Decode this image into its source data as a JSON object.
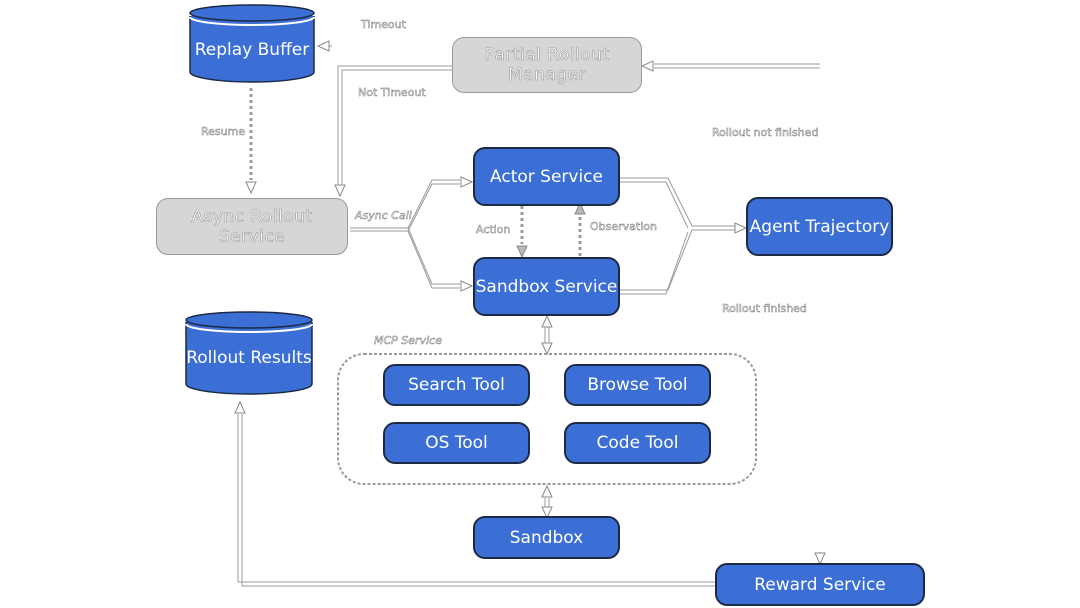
{
  "nodes": {
    "replay_buffer": "Replay Buffer",
    "partial_rollout_manager": "Partial Rollout Manager",
    "async_rollout_service": "Async Rollout Service",
    "actor_service": "Actor Service",
    "sandbox_service": "Sandbox Service",
    "agent_trajectory": "Agent Trajectory",
    "rollout_results": "Rollout Results",
    "search_tool": "Search Tool",
    "browse_tool": "Browse Tool",
    "os_tool": "OS Tool",
    "code_tool": "Code Tool",
    "sandbox": "Sandbox",
    "reward_service": "Reward Service"
  },
  "edge_labels": {
    "timeout": "Timeout",
    "not_timeout": "Not Timeout",
    "resume": "Resume",
    "async_call": "Async Call",
    "action": "Action",
    "observation": "Observation",
    "rollout_not_finished": "Rollout not finished",
    "rollout_finished": "Rollout finished",
    "mcp_service": "MCP Service"
  },
  "colors": {
    "node_blue": "#3b6fd6",
    "node_grey": "#d6d6d6",
    "edge": "#9a9a9a"
  }
}
